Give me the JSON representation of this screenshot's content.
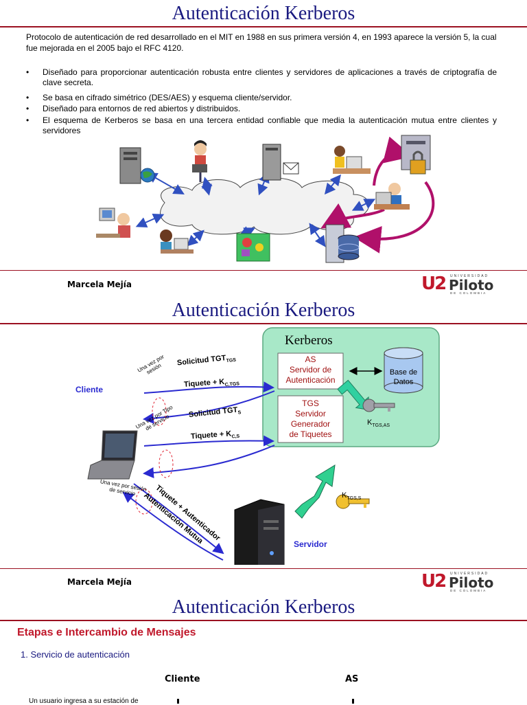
{
  "slide1": {
    "title": "Autenticación Kerberos",
    "intro_l1": "Protocolo de autenticación de red desarrollado en el MIT en 1988 en sus primera versión 4, en 1993 aparece la versión 5, la cual",
    "intro_l2": "fue mejorada en el 2005 bajo el  RFC 4120.",
    "bullets": [
      "Diseñado para proporcionar autenticación robusta entre clientes y servidores de aplicaciones a través de criptografía de clave secreta.",
      "Se basa en cifrado simétrico (DES/AES) y esquema cliente/servidor.",
      "Diseñado para entornos de red abiertos y distribuidos.",
      "El esquema de Kerberos se basa en una tercera entidad confiable que media la autenticación mutua entre clientes y servidores"
    ],
    "author": "Marcela Mejía"
  },
  "slide2": {
    "title": "Autenticación Kerberos",
    "kerberos": "Kerberos",
    "as_l1": "AS",
    "as_l2": "Servidor de",
    "as_l3": "Autenticación",
    "tgs_l1": "TGS",
    "tgs_l2": "Servidor",
    "tgs_l3": "Generador",
    "tgs_l4": "de Tiquetes",
    "db_l1": "Base de",
    "db_l2": "Datos",
    "k_tgs_as": "K",
    "k_tgs_as_sub": "TGS,AS",
    "k_tgs_s": "K",
    "k_tgs_s_sub": "TGS,S",
    "cliente": "Cliente",
    "servidor": "Servidor",
    "sol_tgt": "Solicitud TGT",
    "sol_tgt_sub": "TGS",
    "tiq_kc": "Tiquete + K",
    "tiq_kc_sub": "C,TGS",
    "sol_tgt2": "Solicitud TGT",
    "sol_tgt2_sub": "S",
    "tiq_kc2": "Tiquete + K",
    "tiq_kc2_sub": "C,S",
    "una_vez_sesion": "Una vez por sesión",
    "una_vez_tipo": "Una vez por Tipo de servicio",
    "una_vez_sesion_serv": "Una vez por sesión de servicio",
    "tiq_auth": "Tiquete + Autenticador",
    "auth_mutua": "Autenticación Mutua",
    "author": "Marcela Mejía"
  },
  "slide3": {
    "title": "Autenticación Kerberos",
    "heading": "Etapas e Intercambio de Mensajes",
    "sub": "1. Servicio de autenticación",
    "cliente": "Cliente",
    "as": "AS",
    "body": "Un usuario ingresa a su estación de"
  },
  "logo": {
    "uni": "UNIVERSIDAD",
    "name": "Piloto",
    "col": "DE COLOMBIA",
    "mark": "U2"
  }
}
